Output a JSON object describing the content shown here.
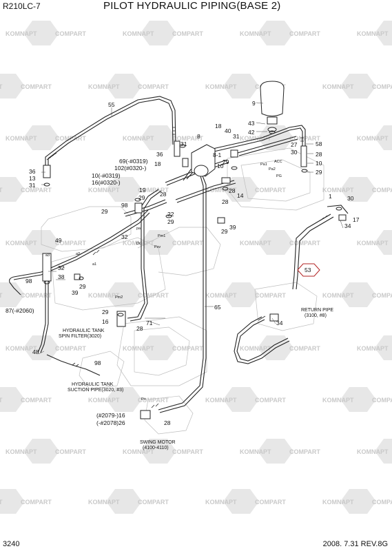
{
  "header": {
    "model": "R210LC-7",
    "title": "PILOT HYDRAULIC PIPING(BASE 2)"
  },
  "footer": {
    "page_number": "3240",
    "revision": "2008. 7.31  REV.8G"
  },
  "watermark": {
    "text_a": "COMPART",
    "text_b": "KOMNAPT"
  },
  "callouts": {
    "c55": "55",
    "c9": "9",
    "c43": "43",
    "c42": "42",
    "c18a": "18",
    "c8": "8",
    "c40": "40",
    "c31a": "31",
    "c58": "58",
    "c27": "27",
    "c30a": "30",
    "c28a": "28",
    "c10a": "10",
    "c29a": "29",
    "c36a": "36",
    "c31b": "31",
    "c8_1": "8-1",
    "c18b": "18",
    "c29b": "29",
    "c10b": "10",
    "c69": "69(-#0319)",
    "c102": "102(#0320-)",
    "c36b": "36",
    "c13": "13",
    "c31c": "31",
    "c10c": "10(-#0319)",
    "c16a": "16(#0320-)",
    "c19": "19",
    "c28b": "28",
    "c29c": "29",
    "c28c": "28",
    "c14": "14",
    "c28d": "28",
    "c98a": "98",
    "c29d": "29",
    "c22": "22",
    "c29e": "29",
    "c1": "1",
    "c30b": "30",
    "c17": "17",
    "c34a": "34",
    "c39a": "39",
    "c29f": "29",
    "c32a": "32",
    "c49": "49",
    "c32b": "32",
    "c38": "38",
    "c98b": "98",
    "c29g": "29",
    "c39b": "39",
    "c87": "87(-#2060)",
    "c65": "65",
    "c29h": "29",
    "c16b": "16",
    "c71": "71",
    "c28e": "28",
    "c48": "48",
    "c98c": "98",
    "c34b": "34",
    "c53": "53",
    "c16c": "(#2079-)16",
    "c26": "(-#2078)26",
    "c28f": "28"
  },
  "notes": {
    "return_pipe_1": "RETURN PIPE",
    "return_pipe_2": "(3100, #8)",
    "spin_filter_1": "HYDRAULIC TANK",
    "spin_filter_2": "SPIN FILTER(3020)",
    "suction_pipe_1": "HYDRAULIC TANK",
    "suction_pipe_2": "SUCTION PIPE(3020, #3)",
    "swing_motor_1": "SWING MOTOR",
    "swing_motor_2": "(4100-4110)"
  },
  "ports": {
    "p_a3": "a3",
    "p_a2": "a2",
    "p_a1": "a1",
    "p_pm2": "Pm2",
    "p_pm1": "Pm1",
    "p_pa": "pa",
    "p_dr": "Dr",
    "p_psv": "Psv",
    "p_po": "Po",
    "p_pa1": "Pa1",
    "p_pa2": "Pa2",
    "p_acc": "ACC",
    "p_pg": "PG"
  }
}
